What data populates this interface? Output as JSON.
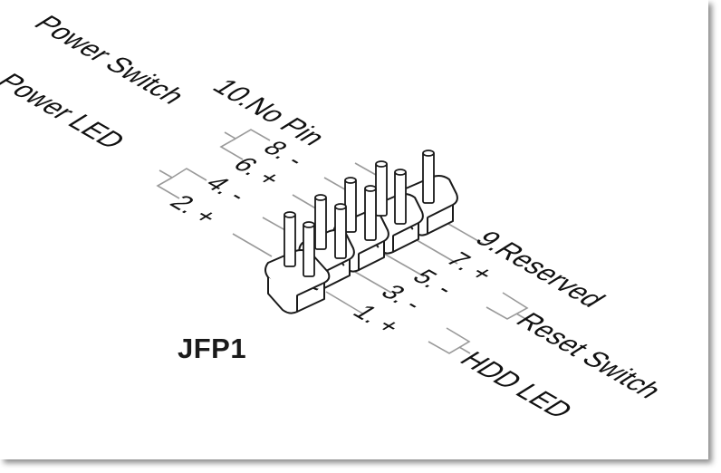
{
  "connector": {
    "name": "JFP1",
    "pin_count": 10
  },
  "groups": {
    "power_switch": "Power Switch",
    "power_led": "Power LED",
    "reset_switch": "Reset Switch",
    "hdd_led": "HDD LED"
  },
  "pins": {
    "p1": "1. +",
    "p2": "2. +",
    "p3": "3. -",
    "p4": "4. -",
    "p5": "5. -",
    "p6": "6. +",
    "p7": "7. +",
    "p8": "8. -",
    "p9": "9.Reserved",
    "p10": "10.No Pin"
  },
  "colors": {
    "text": "#111111",
    "leader_line": "#9a9a9a",
    "outline": "#1a1a1a"
  }
}
